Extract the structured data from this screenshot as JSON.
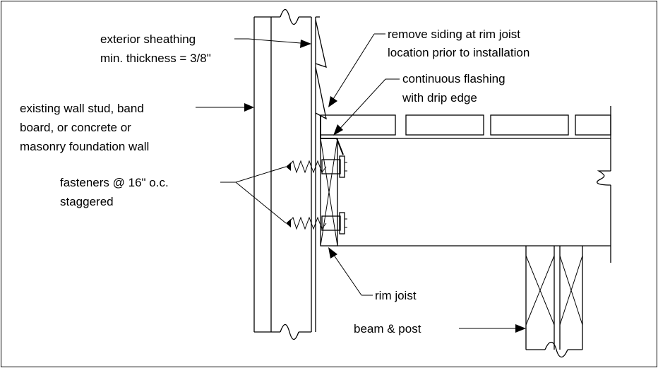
{
  "labels": {
    "exterior_sheathing": [
      "exterior sheathing",
      "min. thickness = 3/8\""
    ],
    "remove_siding": [
      "remove siding at rim joist",
      "location prior to installation"
    ],
    "flashing": [
      "continuous flashing",
      "with drip edge"
    ],
    "existing_wall": [
      "existing wall stud, band",
      "board, or concrete or",
      "masonry foundation wall"
    ],
    "fasteners": [
      "fasteners @ 16\" o.c.",
      "staggered"
    ],
    "rim_joist": "rim joist",
    "beam_post": "beam & post"
  }
}
